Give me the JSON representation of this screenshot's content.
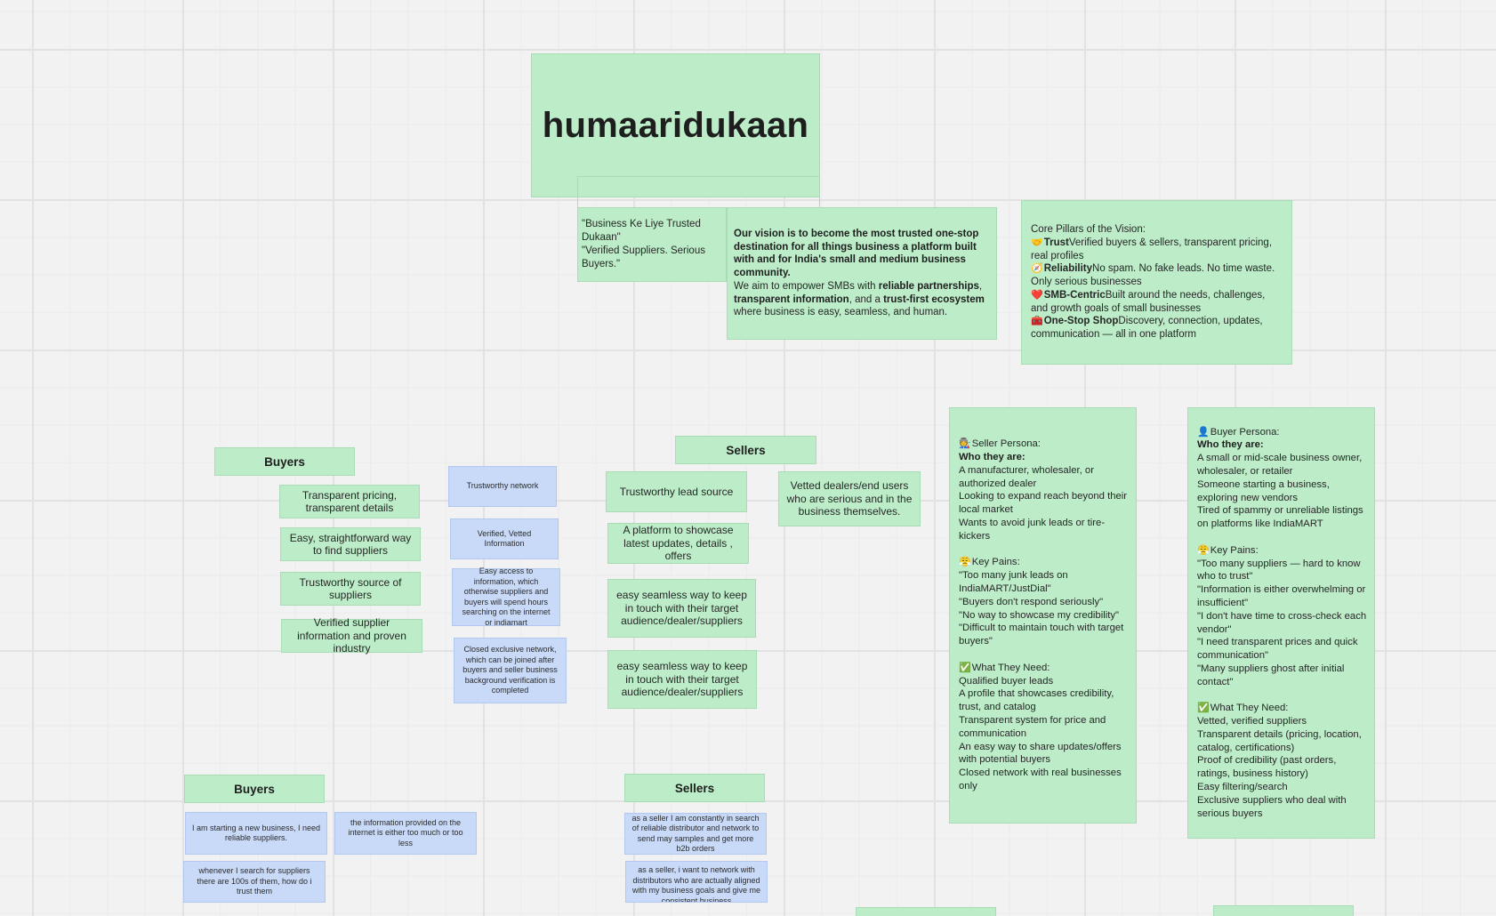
{
  "board": {
    "title": "humaaridukaan",
    "tagline": [
      "\"Business Ke Liye Trusted Dukaan\"",
      "\"Verified Suppliers. Serious Buyers.\""
    ],
    "vision": {
      "p1": "Our vision is to become the most trusted one-stop destination for all things business  a platform built with and for India's small and medium business community.",
      "p2_a": " We aim to empower SMBs with ",
      "p2_b": "reliable partnerships",
      "p2_c": ", ",
      "p2_d": "transparent information",
      "p2_e": ", and a ",
      "p2_f": "trust-first ecosystem",
      "p2_g": " where business is easy, seamless, and human."
    },
    "pillars": {
      "heading": "Core Pillars of the Vision:",
      "items": [
        {
          "icon": "🤝",
          "title": "Trust",
          "text": "Verified buyers & sellers, transparent pricing, real profiles"
        },
        {
          "icon": "🧭",
          "title": "Reliability",
          "text": "No spam. No fake leads. No time waste. Only serious businesses"
        },
        {
          "icon": "❤️",
          "title": "SMB-Centric",
          "text": "Built around the needs, challenges, and growth goals of small businesses"
        },
        {
          "icon": "🧰",
          "title": "One-Stop Shop",
          "text": "Discovery, connection, updates, communication — all in one platform"
        }
      ]
    },
    "buyers_header": "Buyers",
    "buyers_notes": [
      "Transparent pricing, transparent details",
      "Easy, straightforward way to find suppliers",
      "Trustworthy source of suppliers",
      "Verified supplier information and proven industry"
    ],
    "shared_notes": [
      "Trustworthy network",
      "Verified, Vetted Information",
      "Easy access to information, which otherwise suppliers and buyers will spend hours searching on the internet or indiamart",
      "Closed exclusive network, which can be joined after buyers and seller business background verification is completed"
    ],
    "sellers_header": "Sellers",
    "sellers_notes": [
      "Trustworthy lead source",
      "A platform to showcase latest updates, details , offers",
      "easy seamless way to keep in touch with their target audience/dealer/suppliers",
      "easy seamless way to keep in touch with their target audience/dealer/suppliers"
    ],
    "sellers_vetted": "Vetted dealers/end users who are serious and in the business themselves.",
    "seller_persona": {
      "icon": "🧑‍🏭",
      "heading": "Seller Persona:",
      "who_label": "Who they are:",
      "who": [
        "A manufacturer, wholesaler, or authorized dealer",
        "Looking to expand reach beyond their local market",
        "Wants to avoid junk leads or tire-kickers"
      ],
      "pains_icon": "😤",
      "pains_label": "Key Pains:",
      "pains": [
        "\"Too many junk leads on IndiaMART/JustDial\"",
        "\"Buyers don't respond seriously\"",
        "\"No way to showcase my credibility\"",
        "\"Difficult to maintain touch with target buyers\""
      ],
      "needs_icon": "✅",
      "needs_label": "What They Need:",
      "needs": [
        "Qualified buyer leads",
        "A profile that showcases credibility, trust, and catalog",
        "Transparent system for price and communication",
        "An easy way to share updates/offers with potential buyers",
        "Closed network with real businesses only"
      ]
    },
    "buyer_persona": {
      "icon": "👤",
      "heading": "Buyer Persona:",
      "who_label": "Who they are:",
      "who": [
        "A small or mid-scale business owner, wholesaler, or retailer",
        "Someone starting a business, exploring new vendors",
        "Tired of spammy or unreliable listings on platforms like IndiaMART"
      ],
      "pains_icon": "😤",
      "pains_label": "Key Pains:",
      "pains": [
        "\"Too many suppliers — hard to know who to trust\"",
        "\"Information is either overwhelming or insufficient\"",
        "\"I don't have time to cross-check each vendor\"",
        "\"I need transparent prices and quick communication\"",
        "\"Many suppliers ghost after initial contact\""
      ],
      "needs_icon": "✅",
      "needs_label": "What They Need:",
      "needs": [
        "Vetted, verified suppliers",
        "Transparent details (pricing, location, catalog, certifications)",
        "Proof of credibility (past orders, ratings, business history)",
        "Easy filtering/search",
        "Exclusive suppliers who deal with serious buyers"
      ]
    },
    "bottom_buyers_header": "Buyers",
    "bottom_buyers_notes": [
      "I am starting a new business, I need reliable suppliers.",
      "the information provided on the internet is either too much or too less",
      "whenever I search for suppliers there are 100s of them, how do i trust them"
    ],
    "bottom_sellers_header": "Sellers",
    "bottom_sellers_notes": [
      "as a seller I am constantly in search of reliable distributor and network to send may samples and get more b2b orders",
      "as a seller, i want to network with distributors who are actually aligned with my business goals and give me consistent business"
    ]
  }
}
